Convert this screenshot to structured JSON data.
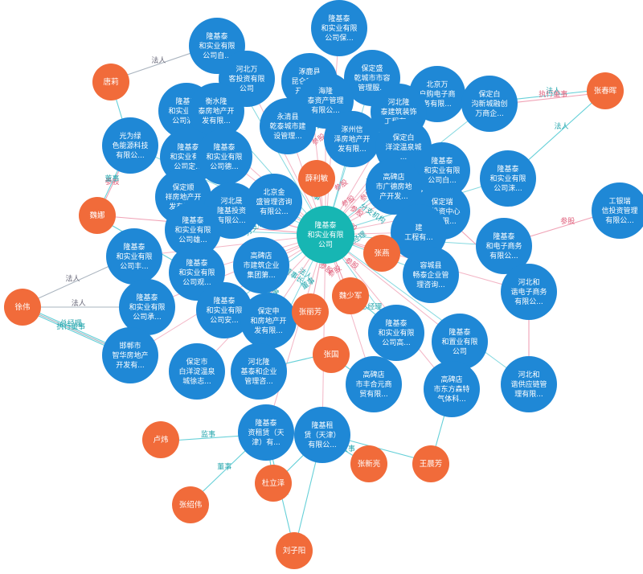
{
  "colors": {
    "company": "#1f88d6",
    "person": "#f16b3a",
    "center": "#17b6b3",
    "edge_cyan": "#66d0d8",
    "edge_pink": "#f0a3b6",
    "edge_gray": "#aab4bf",
    "label_cyan": "#25a6ad",
    "label_pink": "#e0607c"
  },
  "nodes": [
    {
      "id": "center",
      "type": "center",
      "lines": [
        "隆基泰",
        "和实业有限",
        "公司"
      ]
    },
    {
      "id": "c1",
      "type": "company",
      "lines": [
        "隆基泰",
        "和实业有限",
        "公司自..."
      ]
    },
    {
      "id": "c2",
      "type": "company",
      "lines": [
        "隆基泰",
        "和实业有限",
        "公司保..."
      ]
    },
    {
      "id": "c3",
      "type": "company",
      "lines": [
        "涿鹿县",
        "昆仑房地产",
        "开发有..."
      ]
    },
    {
      "id": "c4",
      "type": "company",
      "lines": [
        "保定盛",
        "乾城市市容",
        "管理服..."
      ]
    },
    {
      "id": "c5",
      "type": "company",
      "lines": [
        "河北万",
        "客投资有限",
        "公司"
      ]
    },
    {
      "id": "c6",
      "type": "company",
      "lines": [
        "隆基泰",
        "和实业有限",
        "公司满..."
      ]
    },
    {
      "id": "c7",
      "type": "company",
      "lines": [
        "衡水隆",
        "泰房地产开",
        "发有限..."
      ]
    },
    {
      "id": "c8",
      "type": "company",
      "lines": [
        "海隆",
        "泰资产管理",
        "有限公..."
      ]
    },
    {
      "id": "c9",
      "type": "company",
      "lines": [
        "北京万",
        "户购电子商",
        "务有限..."
      ]
    },
    {
      "id": "c10",
      "type": "company",
      "lines": [
        "保定白",
        "沟新城融创",
        "万商企..."
      ]
    },
    {
      "id": "c11",
      "type": "company",
      "lines": [
        "永清县",
        "乾泰城市建",
        "设管理..."
      ]
    },
    {
      "id": "c12",
      "type": "company",
      "lines": [
        "河北隆",
        "泰建筑装饰",
        "工程有..."
      ]
    },
    {
      "id": "c13",
      "type": "company",
      "lines": [
        "光为绿",
        "色能源科技",
        "有限公..."
      ]
    },
    {
      "id": "c14",
      "type": "company",
      "lines": [
        "隆基泰",
        "和实业有限",
        "公司定..."
      ]
    },
    {
      "id": "c15",
      "type": "company",
      "lines": [
        "隆基泰",
        "和实业有限",
        "公司德..."
      ]
    },
    {
      "id": "c16",
      "type": "company",
      "lines": [
        "涿州信",
        "泽房地产开",
        "发有限..."
      ]
    },
    {
      "id": "c17",
      "type": "company",
      "lines": [
        "保定白",
        "洋淀温泉城",
        "..."
      ]
    },
    {
      "id": "c18",
      "type": "company",
      "lines": [
        "隆基泰",
        "和实业有限",
        "公司白..."
      ]
    },
    {
      "id": "c19",
      "type": "company",
      "lines": [
        "隆基泰",
        "和实业有限",
        "公司涞..."
      ]
    },
    {
      "id": "c20",
      "type": "company",
      "lines": [
        "保定顺",
        "祥房地产开",
        "发有限..."
      ]
    },
    {
      "id": "c21",
      "type": "company",
      "lines": [
        "河北晟",
        "隆基投资",
        "有限公..."
      ]
    },
    {
      "id": "c22",
      "type": "company",
      "lines": [
        "北京金",
        "盛管理咨询",
        "有限公..."
      ]
    },
    {
      "id": "c23",
      "type": "company",
      "lines": [
        "高碑店",
        "市广德房地",
        "产开发..."
      ]
    },
    {
      "id": "c24",
      "type": "company",
      "lines": [
        "保定瑞",
        "驰投资中心",
        "（有限..."
      ]
    },
    {
      "id": "c25",
      "type": "company",
      "lines": [
        "工银瑞",
        "信投资管理",
        "有限公..."
      ]
    },
    {
      "id": "c26",
      "type": "company",
      "lines": [
        "隆基泰",
        "和实业有限",
        "公司雄..."
      ]
    },
    {
      "id": "c27",
      "type": "company",
      "lines": [
        "隆基泰",
        "和实业有限",
        "公司丰..."
      ]
    },
    {
      "id": "c28",
      "type": "company",
      "lines": [
        "建",
        "工程有..."
      ]
    },
    {
      "id": "c29",
      "type": "company",
      "lines": [
        "隆基泰",
        "和电子商务",
        "有限公..."
      ]
    },
    {
      "id": "c30",
      "type": "company",
      "lines": [
        "隆基泰",
        "和实业有限",
        "公司观..."
      ]
    },
    {
      "id": "c31",
      "type": "company",
      "lines": [
        "高碑店",
        "市建筑企业",
        "集团第..."
      ]
    },
    {
      "id": "c32",
      "type": "company",
      "lines": [
        "容城县",
        "畅泰企业管",
        "理咨询..."
      ]
    },
    {
      "id": "c33",
      "type": "company",
      "lines": [
        "河北和",
        "谐电子商务",
        "有限公..."
      ]
    },
    {
      "id": "c34",
      "type": "company",
      "lines": [
        "隆基泰",
        "和实业有限",
        "公司承..."
      ]
    },
    {
      "id": "c35",
      "type": "company",
      "lines": [
        "隆基泰",
        "和实业有限",
        "公司安..."
      ]
    },
    {
      "id": "c36",
      "type": "company",
      "lines": [
        "保定申",
        "和房地产开",
        "发有限..."
      ]
    },
    {
      "id": "c37",
      "type": "company",
      "lines": [
        "邯郸市",
        "智华房地产",
        "开发有..."
      ]
    },
    {
      "id": "c38",
      "type": "company",
      "lines": [
        "隆基泰",
        "和实业有限",
        "公司高..."
      ]
    },
    {
      "id": "c39",
      "type": "company",
      "lines": [
        "隆基泰",
        "和置业有限",
        "公司"
      ]
    },
    {
      "id": "c40",
      "type": "company",
      "lines": [
        "保定市",
        "白洋淀温泉",
        "城徐志..."
      ]
    },
    {
      "id": "c41",
      "type": "company",
      "lines": [
        "河北隆",
        "基泰和企业",
        "管理咨..."
      ]
    },
    {
      "id": "c42",
      "type": "company",
      "lines": [
        "高碑店",
        "市丰合元商",
        "贸有限..."
      ]
    },
    {
      "id": "c43",
      "type": "company",
      "lines": [
        "高碑店",
        "市东方森特",
        "气体科..."
      ]
    },
    {
      "id": "c44",
      "type": "company",
      "lines": [
        "河北和",
        "谐供应链管",
        "理有限..."
      ]
    },
    {
      "id": "c45",
      "type": "company",
      "lines": [
        "隆基泰",
        "资租赁（天",
        "津）有..."
      ]
    },
    {
      "id": "c46",
      "type": "company",
      "lines": [
        "隆基租",
        "赁（天津）",
        "有限公..."
      ]
    },
    {
      "id": "p1",
      "type": "person",
      "lines": [
        "唐莉"
      ]
    },
    {
      "id": "p2",
      "type": "person",
      "lines": [
        "张春晖"
      ]
    },
    {
      "id": "p3",
      "type": "person",
      "lines": [
        "魏娜"
      ]
    },
    {
      "id": "p4",
      "type": "person",
      "lines": [
        "薛利敏"
      ]
    },
    {
      "id": "p5",
      "type": "person",
      "lines": [
        "张燕"
      ]
    },
    {
      "id": "p6",
      "type": "person",
      "lines": [
        "魏少军"
      ]
    },
    {
      "id": "p7",
      "type": "person",
      "lines": [
        "张丽芳"
      ]
    },
    {
      "id": "p8",
      "type": "person",
      "lines": [
        "徐伟"
      ]
    },
    {
      "id": "p9",
      "type": "person",
      "lines": [
        "张国"
      ]
    },
    {
      "id": "p10",
      "type": "person",
      "lines": [
        "卢炜"
      ]
    },
    {
      "id": "p11",
      "type": "person",
      "lines": [
        "张新亮"
      ]
    },
    {
      "id": "p12",
      "type": "person",
      "lines": [
        "王晨芳"
      ]
    },
    {
      "id": "p13",
      "type": "person",
      "lines": [
        "杜立泽"
      ]
    },
    {
      "id": "p14",
      "type": "person",
      "lines": [
        "张绍伟"
      ]
    },
    {
      "id": "p15",
      "type": "person",
      "lines": [
        "刘子阳"
      ]
    }
  ],
  "edges": [
    {
      "s": "p1",
      "t": "c1",
      "label": "法人",
      "color": "gray"
    },
    {
      "s": "p1",
      "t": "c13",
      "label": "",
      "color": "cyan"
    },
    {
      "s": "p2",
      "t": "c10",
      "label": "执行董事",
      "color": "pink"
    },
    {
      "s": "p2",
      "t": "c10",
      "label": "法人",
      "color": "cyan"
    },
    {
      "s": "p2",
      "t": "c19",
      "label": "法人",
      "color": "cyan"
    },
    {
      "s": "p3",
      "t": "c13",
      "label": "参股",
      "color": "pink"
    },
    {
      "s": "p3",
      "t": "c13",
      "label": "董事",
      "color": "cyan"
    },
    {
      "s": "p3",
      "t": "center",
      "label": "",
      "color": "pink"
    },
    {
      "s": "p3",
      "t": "c30",
      "label": "",
      "color": "cyan"
    },
    {
      "s": "p8",
      "t": "c27",
      "label": "法人",
      "color": "gray"
    },
    {
      "s": "p8",
      "t": "c34",
      "label": "法人",
      "color": "gray"
    },
    {
      "s": "p8",
      "t": "c37",
      "label": "执行董事",
      "color": "cyan"
    },
    {
      "s": "p8",
      "t": "c37",
      "label": "总经理",
      "color": "cyan"
    },
    {
      "s": "p8",
      "t": "c37",
      "label": "",
      "color": "gray"
    },
    {
      "s": "p10",
      "t": "c45",
      "label": "监事",
      "color": "cyan"
    },
    {
      "s": "p14",
      "t": "c45",
      "label": "董事",
      "color": "cyan"
    },
    {
      "s": "p13",
      "t": "c45",
      "label": "",
      "color": "cyan"
    },
    {
      "s": "p13",
      "t": "c46",
      "label": "",
      "color": "cyan"
    },
    {
      "s": "p15",
      "t": "c45",
      "label": "法人",
      "color": "cyan"
    },
    {
      "s": "p15",
      "t": "c46",
      "label": "",
      "color": "cyan"
    },
    {
      "s": "p11",
      "t": "c46",
      "label": "董事",
      "color": "cyan"
    },
    {
      "s": "p12",
      "t": "c46",
      "label": "",
      "color": "cyan"
    },
    {
      "s": "p12",
      "t": "c43",
      "label": "",
      "color": "cyan"
    },
    {
      "s": "p25",
      "t": "c33",
      "label": "参股",
      "color": "pink"
    },
    {
      "s": "c25",
      "t": "c29",
      "label": "参股",
      "color": "pink"
    },
    {
      "s": "c33",
      "t": "c44",
      "label": "",
      "color": "pink"
    },
    {
      "s": "c33",
      "t": "c24",
      "label": "",
      "color": "pink"
    },
    {
      "s": "p4",
      "t": "center",
      "label": "",
      "color": "pink"
    },
    {
      "s": "p5",
      "t": "center",
      "label": "",
      "color": "pink"
    },
    {
      "s": "p6",
      "t": "center",
      "label": "",
      "color": "pink"
    },
    {
      "s": "p6",
      "t": "c38",
      "label": "总经理",
      "color": "cyan"
    },
    {
      "s": "p7",
      "t": "center",
      "label": "",
      "color": "pink"
    },
    {
      "s": "p9",
      "t": "c42",
      "label": "",
      "color": "cyan"
    },
    {
      "s": "p9",
      "t": "c41",
      "label": "",
      "color": "cyan"
    },
    {
      "s": "c45",
      "t": "c46",
      "label": "",
      "color": "pink"
    }
  ],
  "spokes": [
    "c1",
    "c2",
    "c3",
    "c4",
    "c5",
    "c6",
    "c7",
    "c8",
    "c9",
    "c10",
    "c11",
    "c12",
    "c13",
    "c14",
    "c15",
    "c16",
    "c17",
    "c18",
    "c19",
    "c20",
    "c21",
    "c22",
    "c23",
    "c24",
    "c26",
    "c27",
    "c28",
    "c29",
    "c30",
    "c31",
    "c32",
    "c33",
    "c34",
    "c35",
    "c36",
    "c37",
    "c38",
    "c39",
    "c40",
    "c41",
    "c42",
    "c43",
    "c44",
    "c45",
    "c46"
  ],
  "floating_labels": [
    "参股",
    "参股",
    "法人",
    "参股",
    "董事",
    "分支机构",
    "分支机构",
    "参股",
    "参股",
    "参股",
    "参股",
    "分支机构",
    "监事",
    "总经理",
    "董事长",
    "董事",
    "参股",
    "参股",
    "参股",
    "董事",
    "法人",
    "参股",
    "分支机构",
    "董事长"
  ]
}
